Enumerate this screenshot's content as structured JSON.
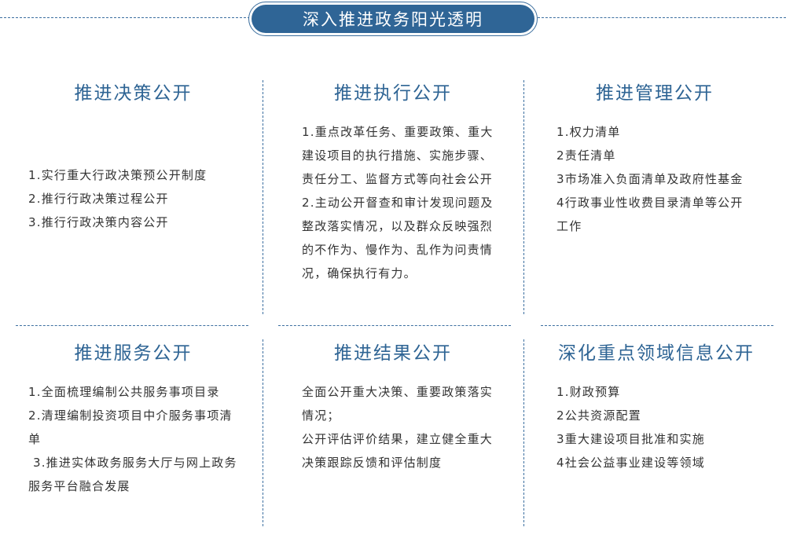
{
  "banner": {
    "title": "深入推进政务阳光透明"
  },
  "sections": {
    "decision": {
      "title": "推进决策公开",
      "items": [
        "1.实行重大行政决策预公开制度",
        "2.推行行政决策过程公开",
        "3.推行行政决策内容公开"
      ]
    },
    "execution": {
      "title": "推进执行公开",
      "items": [
        "1.重点改革任务、重要政策、重大建设项目的执行措施、实施步骤、责任分工、监督方式等向社会公开",
        "2.主动公开督查和审计发现问题及整改落实情况，以及群众反映强烈的不作为、慢作为、乱作为问责情况，确保执行有力。"
      ]
    },
    "management": {
      "title": "推进管理公开",
      "items": [
        "1.权力清单",
        "2责任清单",
        "3市场准入负面清单及政府性基金",
        "4行政事业性收费目录清单等公开工作"
      ]
    },
    "service": {
      "title": "推进服务公开",
      "items": [
        "1.全面梳理编制公共服务事项目录",
        "2.清理编制投资项目中介服务事项清单",
        " 3.推进实体政务服务大厅与网上政务服务平台融合发展"
      ]
    },
    "result": {
      "title": "推进结果公开",
      "items": [
        "全面公开重大决策、重要政策落实情况；",
        "公开评估评价结果，建立健全重大决策跟踪反馈和评估制度"
      ]
    },
    "keyareas": {
      "title": "深化重点领域信息公开",
      "items": [
        "1.财政预算",
        "2公共资源配置",
        "3重大建设项目批准和实施",
        "4社会公益事业建设等领域"
      ]
    }
  }
}
